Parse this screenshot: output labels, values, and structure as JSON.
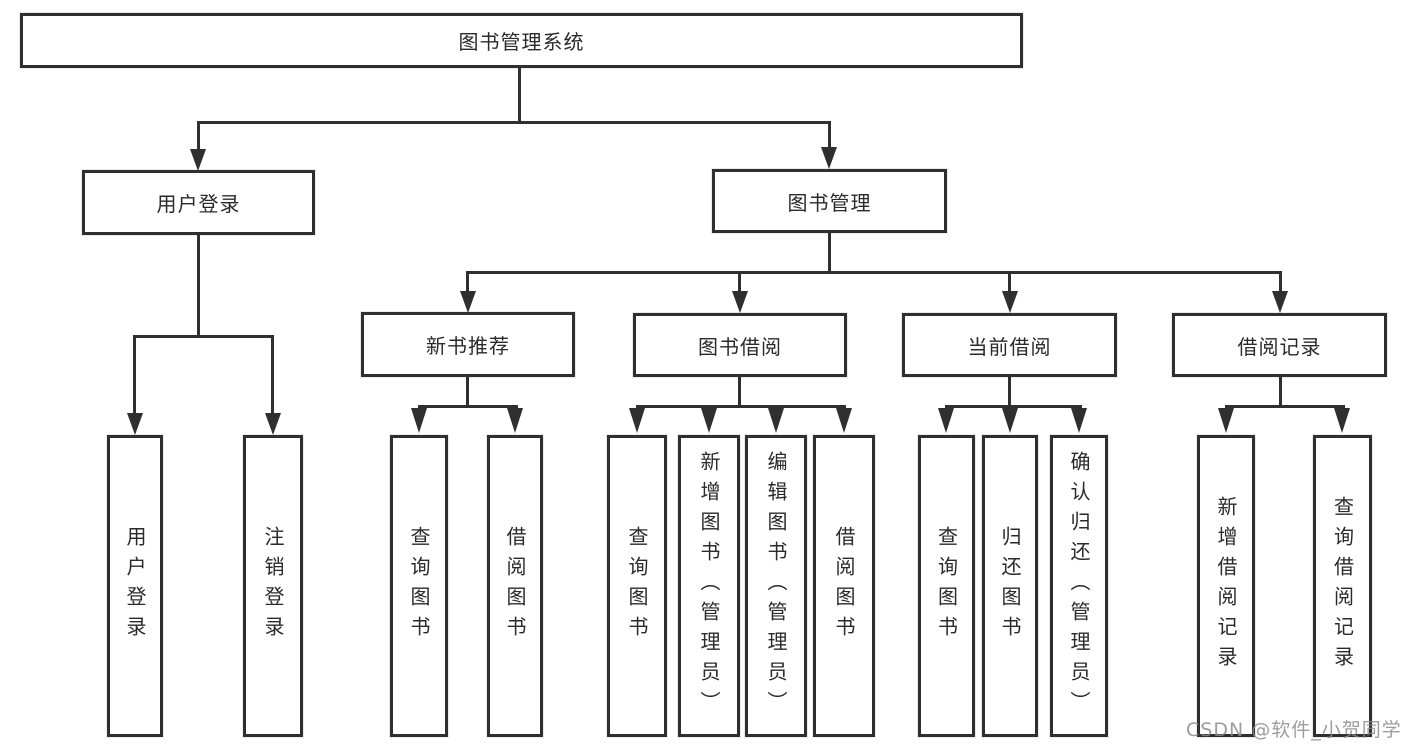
{
  "diagram": {
    "type": "hierarchy-org-chart",
    "tree": {
      "label": "图书管理系统",
      "children": [
        {
          "label": "用户登录",
          "children": [
            {
              "label": "用户登录"
            },
            {
              "label": "注销登录"
            }
          ]
        },
        {
          "label": "图书管理",
          "children": [
            {
              "label": "新书推荐",
              "children": [
                {
                  "label": "查询图书"
                },
                {
                  "label": "借阅图书"
                }
              ]
            },
            {
              "label": "图书借阅",
              "children": [
                {
                  "label": "查询图书"
                },
                {
                  "label": "新增图书（管理员）"
                },
                {
                  "label": "编辑图书（管理员）"
                },
                {
                  "label": "借阅图书"
                }
              ]
            },
            {
              "label": "当前借阅",
              "children": [
                {
                  "label": "查询图书"
                },
                {
                  "label": "归还图书"
                },
                {
                  "label": "确认归还（管理员）"
                }
              ]
            },
            {
              "label": "借阅记录",
              "children": [
                {
                  "label": "新增借阅记录"
                },
                {
                  "label": "查询借阅记录"
                }
              ]
            }
          ]
        }
      ]
    },
    "watermark": "CSDN @软件_小贺同学",
    "colors": {
      "border": "#2f2f2f",
      "line": "#2f2f2f",
      "text": "#2a2a2a",
      "background": "#ffffff",
      "watermark": "#8c8c8c"
    }
  }
}
